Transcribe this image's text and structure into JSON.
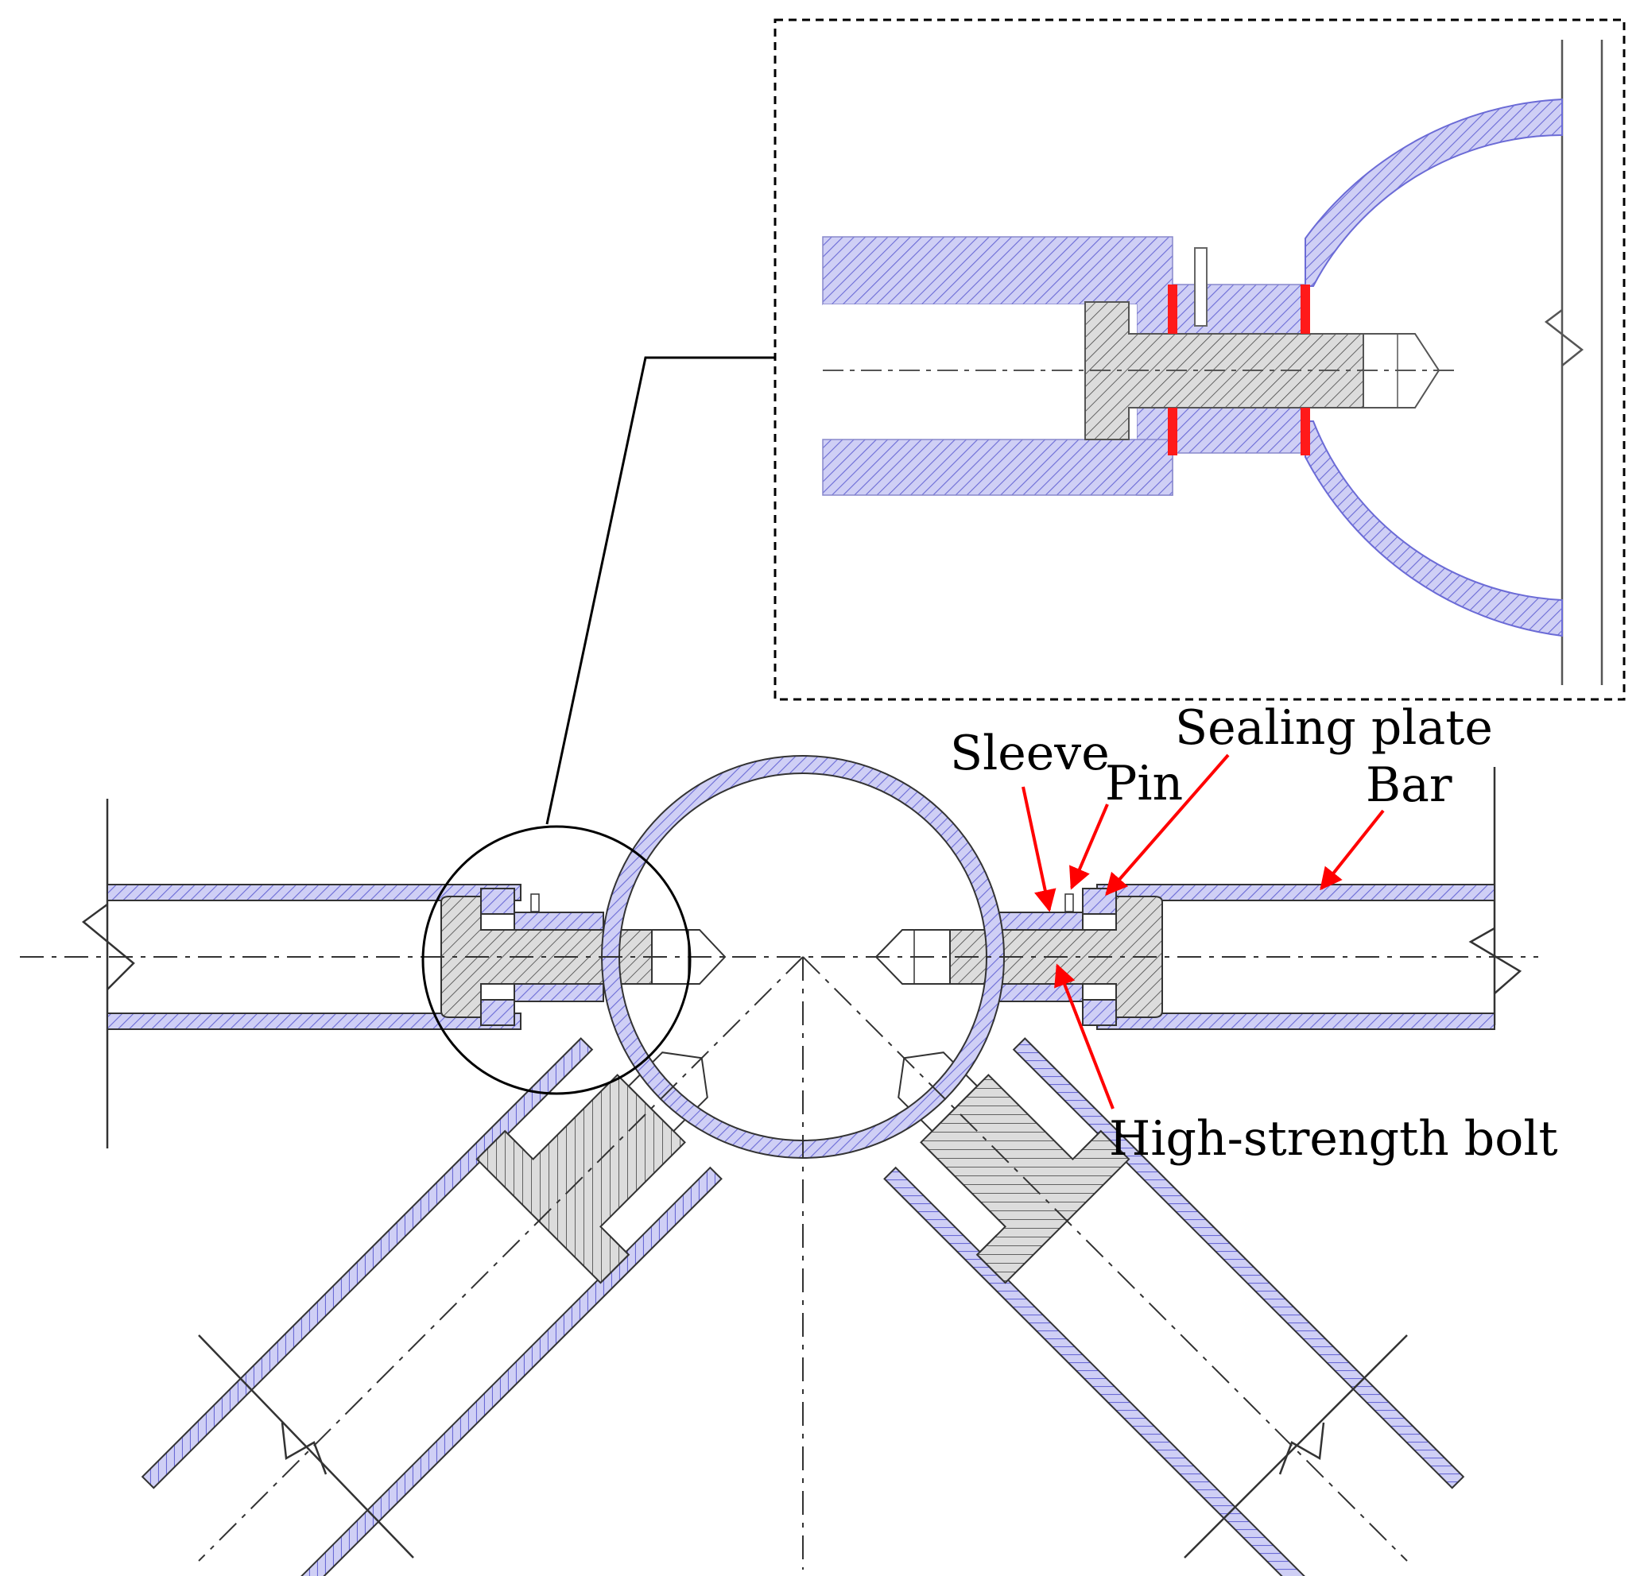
{
  "labels": {
    "sleeve": "Sleeve",
    "pin": "Pin",
    "sealing_plate": "Sealing plate",
    "bar": "Bar",
    "bolt": "High-strength bolt"
  },
  "colors": {
    "hatch_fill": "#cfcff5",
    "hatch_line": "#6b6bd6",
    "bolt_fill": "#d9d9d9",
    "bolt_line": "#555555",
    "leader": "#ff0000",
    "outline": "#000000"
  }
}
